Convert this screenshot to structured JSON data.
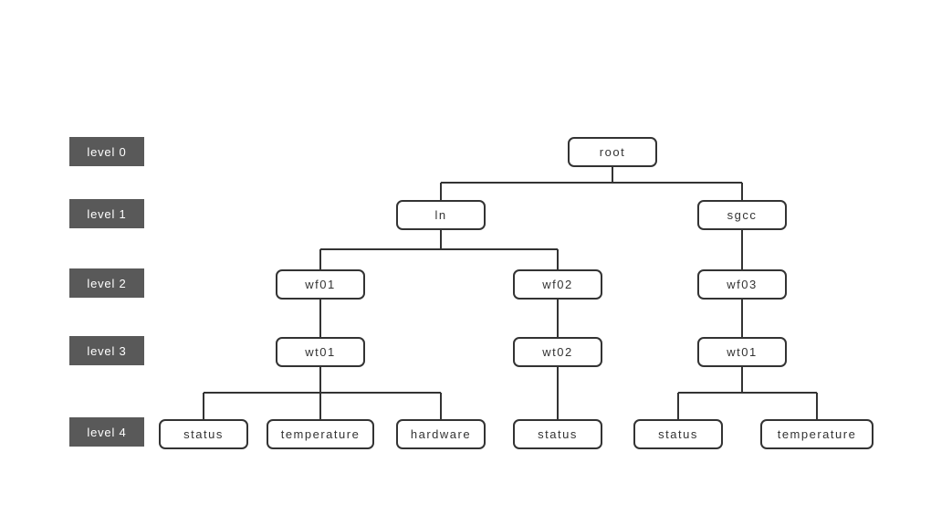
{
  "diagram": {
    "type": "tree",
    "levels": [
      {
        "label": "level 0"
      },
      {
        "label": "level 1"
      },
      {
        "label": "level 2"
      },
      {
        "label": "level 3"
      },
      {
        "label": "level 4"
      }
    ],
    "nodes": [
      {
        "id": "root",
        "label": "root",
        "level": 0
      },
      {
        "id": "ln",
        "label": "ln",
        "level": 1
      },
      {
        "id": "sgcc",
        "label": "sgcc",
        "level": 1
      },
      {
        "id": "wf01",
        "label": "wf01",
        "level": 2
      },
      {
        "id": "wf02",
        "label": "wf02",
        "level": 2
      },
      {
        "id": "wf03",
        "label": "wf03",
        "level": 2
      },
      {
        "id": "wt01-a",
        "label": "wt01",
        "level": 3
      },
      {
        "id": "wt02",
        "label": "wt02",
        "level": 3
      },
      {
        "id": "wt01-b",
        "label": "wt01",
        "level": 3
      },
      {
        "id": "status-a",
        "label": "status",
        "level": 4
      },
      {
        "id": "temperature-a",
        "label": "temperature",
        "level": 4
      },
      {
        "id": "hardware",
        "label": "hardware",
        "level": 4
      },
      {
        "id": "status-b",
        "label": "status",
        "level": 4
      },
      {
        "id": "status-c",
        "label": "status",
        "level": 4
      },
      {
        "id": "temperature-b",
        "label": "temperature",
        "level": 4
      }
    ],
    "edges": [
      [
        "root",
        "ln"
      ],
      [
        "root",
        "sgcc"
      ],
      [
        "ln",
        "wf01"
      ],
      [
        "ln",
        "wf02"
      ],
      [
        "sgcc",
        "wf03"
      ],
      [
        "wf01",
        "wt01-a"
      ],
      [
        "wf02",
        "wt02"
      ],
      [
        "wf03",
        "wt01-b"
      ],
      [
        "wt01-a",
        "status-a"
      ],
      [
        "wt01-a",
        "temperature-a"
      ],
      [
        "wt01-a",
        "hardware"
      ],
      [
        "wt02",
        "status-b"
      ],
      [
        "wt01-b",
        "status-c"
      ],
      [
        "wt01-b",
        "temperature-b"
      ]
    ]
  },
  "colors": {
    "background": "#ffffff",
    "node_border": "#333333",
    "node_text": "#333333",
    "line": "#333333",
    "level_label_bg": "#595959",
    "level_label_text": "#ffffff"
  }
}
